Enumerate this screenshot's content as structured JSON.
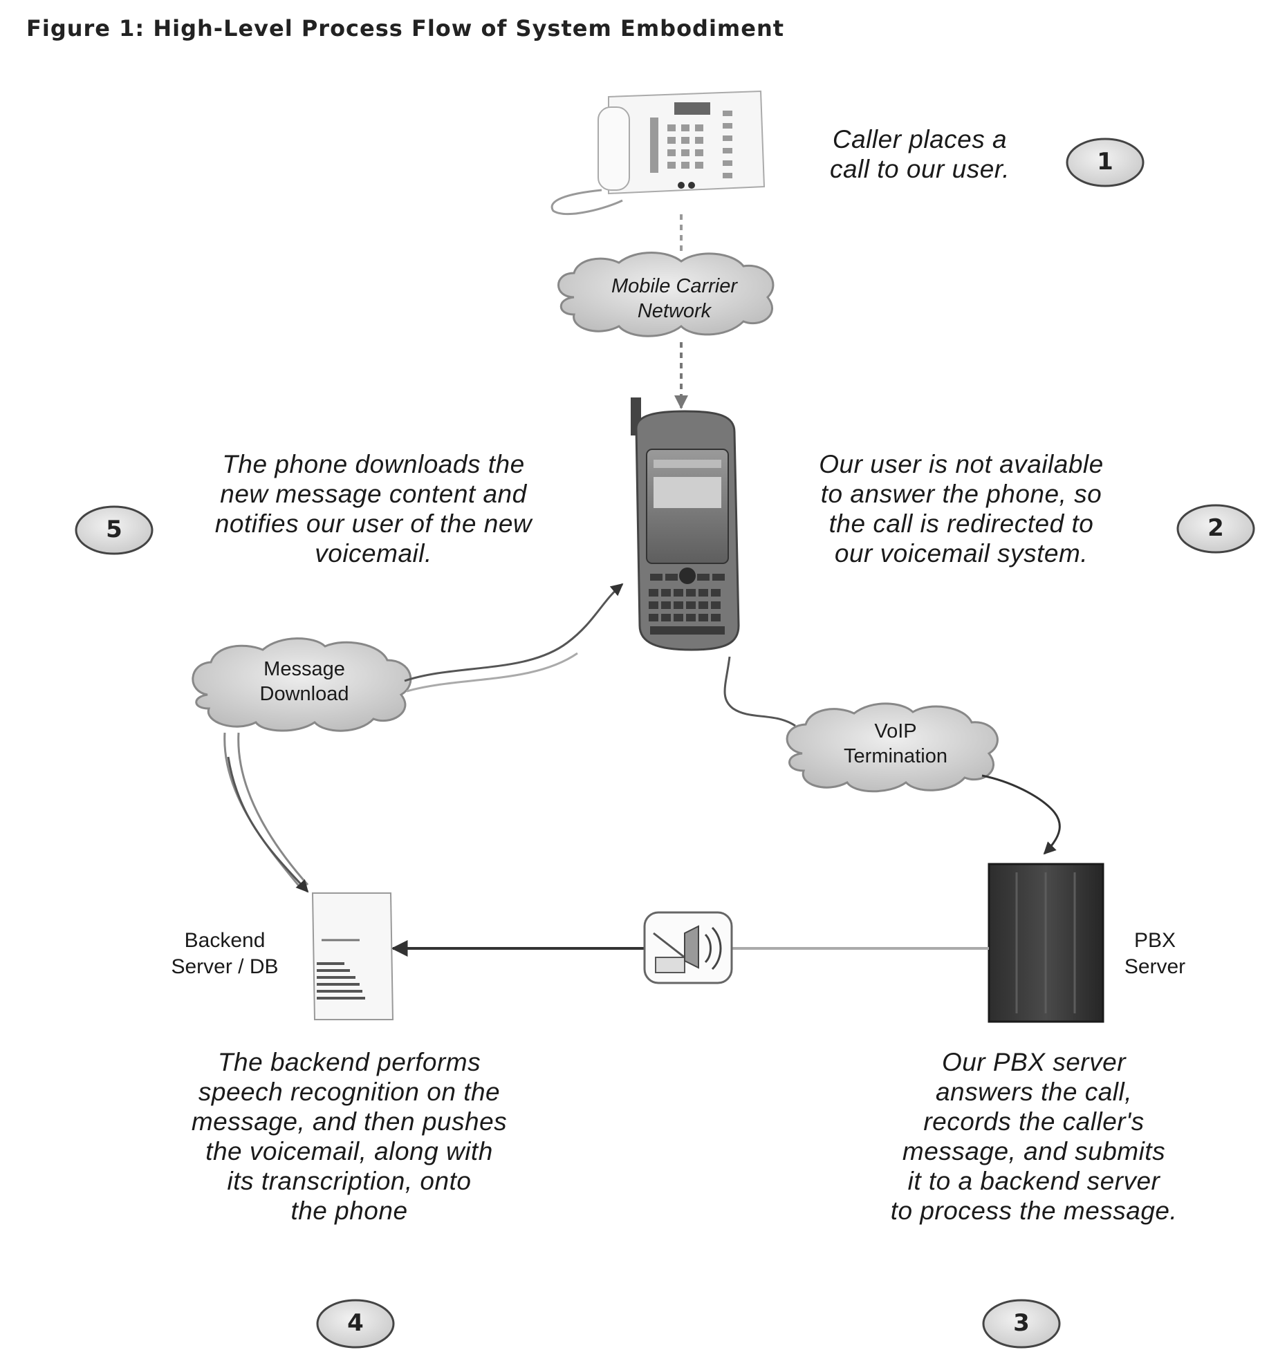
{
  "title": "Figure 1: High-Level Process Flow of System Embodiment",
  "steps": [
    {
      "number": "1",
      "caption": "Caller places a\ncall to our user."
    },
    {
      "number": "2",
      "caption": "Our user is not available\nto answer the phone, so\nthe call is redirected to\nour voicemail system."
    },
    {
      "number": "3",
      "caption": "Our PBX server\nanswers the call,\nrecords the caller's\nmessage, and submits\nit to a backend server\nto process the message."
    },
    {
      "number": "4",
      "caption": "The backend performs\nspeech recognition on the\nmessage, and then pushes\nthe voicemail, along with\nits transcription, onto\nthe phone"
    },
    {
      "number": "5",
      "caption": "The phone downloads the\nnew message content and\nnotifies our user of the new\nvoicemail."
    }
  ],
  "clouds": {
    "mobile_carrier": "Mobile Carrier\nNetwork",
    "message_download": "Message\nDownload",
    "voip_termination": "VoIP\nTermination"
  },
  "devices": {
    "backend_server": "Backend\nServer / DB",
    "pbx_server": "PBX\nServer"
  },
  "icons": {
    "desk_phone": "desk-phone-icon",
    "mobile_phone": "mobile-phone-icon",
    "backend_server": "backend-server-icon",
    "pbx_server": "pbx-server-icon",
    "voicemail": "voicemail-envelope-icon"
  }
}
